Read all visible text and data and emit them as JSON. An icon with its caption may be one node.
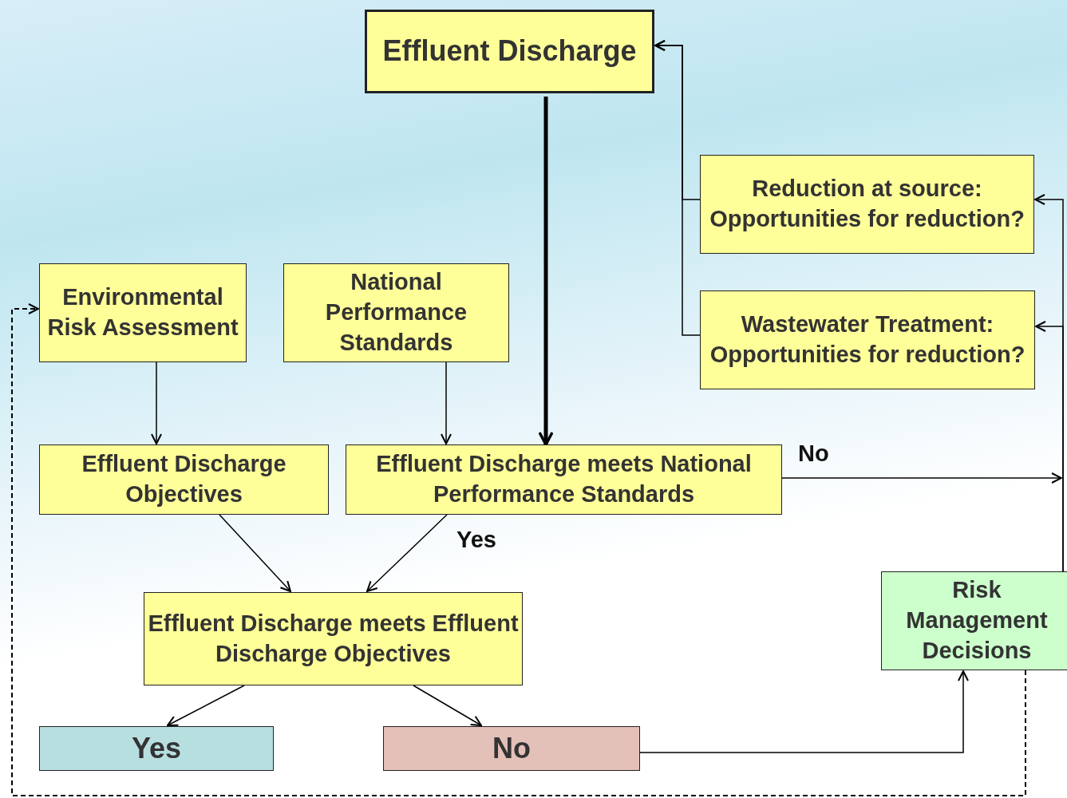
{
  "diagram": {
    "nodes": [
      {
        "text": [
          "Effluent Discharge"
        ]
      },
      {
        "text": [
          "Reduction at source: Opportunities for reduction?"
        ]
      },
      {
        "text": [
          "Wastewater Treatment: Opportunities for reduction?"
        ]
      },
      {
        "text": [
          "Environmental Risk Assessment"
        ]
      },
      {
        "text": [
          "National Performance Standards"
        ]
      },
      {
        "text": [
          "Effluent Discharge Objectives"
        ]
      },
      {
        "text": [
          "Effluent Discharge meets National Performance Standards"
        ]
      },
      {
        "text": [
          "Effluent Discharge meets Effluent Discharge Objectives"
        ]
      },
      {
        "text": [
          "Yes"
        ]
      },
      {
        "text": [
          "No"
        ]
      },
      {
        "text": [
          "Risk Management Decisions"
        ]
      }
    ],
    "edges": [
      {
        "from": 0,
        "to": 6,
        "arrow": "to",
        "style": "thick"
      },
      {
        "from": 1,
        "to": 0,
        "arrow": "to"
      },
      {
        "from": 2,
        "to": 0,
        "arrow": "to"
      },
      {
        "from": 3,
        "to": 5,
        "arrow": "to"
      },
      {
        "from": 4,
        "to": 6,
        "arrow": "to"
      },
      {
        "from": 10,
        "to": 1,
        "arrow": "to"
      },
      {
        "from": 10,
        "to": 2,
        "arrow": "to"
      },
      {
        "from": 6,
        "to": null,
        "arrow": "to",
        "label": "No"
      },
      {
        "from": 5,
        "to": 7,
        "arrow": "to"
      },
      {
        "from": 6,
        "to": 7,
        "arrow": "to",
        "label": "Yes"
      },
      {
        "from": 7,
        "to": 8,
        "arrow": "to"
      },
      {
        "from": 7,
        "to": 9,
        "arrow": "to"
      },
      {
        "from": 9,
        "to": 10,
        "arrow": "to"
      },
      {
        "from": 10,
        "to": 3,
        "arrow": "to",
        "style": "dashed"
      }
    ]
  }
}
